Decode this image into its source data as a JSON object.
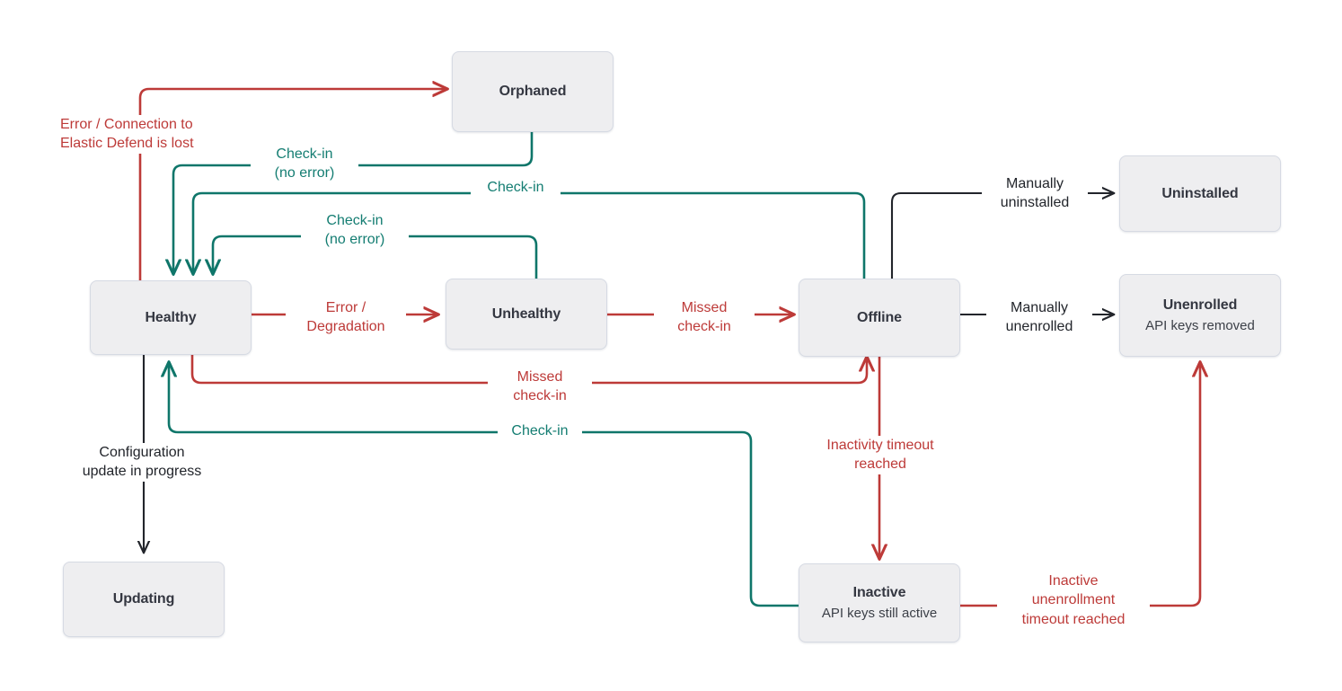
{
  "diagram": {
    "title": "Elastic Agent status state diagram",
    "colors": {
      "red": "#bd3a38",
      "teal": "#0f766a",
      "dark": "#22252b",
      "node_fill": "#eeeef0",
      "node_border": "#d6dae3",
      "node_text": "#343741",
      "background": "#ffffff"
    },
    "nodes": [
      {
        "id": "orphaned",
        "title": "Orphaned",
        "sub": ""
      },
      {
        "id": "healthy",
        "title": "Healthy",
        "sub": ""
      },
      {
        "id": "unhealthy",
        "title": "Unhealthy",
        "sub": ""
      },
      {
        "id": "offline",
        "title": "Offline",
        "sub": ""
      },
      {
        "id": "uninstalled",
        "title": "Uninstalled",
        "sub": ""
      },
      {
        "id": "unenrolled",
        "title": "Unenrolled",
        "sub": "API keys removed"
      },
      {
        "id": "updating",
        "title": "Updating",
        "sub": ""
      },
      {
        "id": "inactive",
        "title": "Inactive",
        "sub": "API keys still active"
      }
    ],
    "edges": [
      {
        "id": "healthy-to-orphaned",
        "label": "Error / Connection to\nElastic Defend is lost",
        "color": "red"
      },
      {
        "id": "orphaned-to-healthy",
        "label": "Check-in\n(no error)",
        "color": "teal"
      },
      {
        "id": "offline-to-healthy",
        "label": "Check-in",
        "color": "teal"
      },
      {
        "id": "unhealthy-to-healthy",
        "label": "Check-in\n(no error)",
        "color": "teal"
      },
      {
        "id": "healthy-to-unhealthy",
        "label": "Error /\nDegradation",
        "color": "red"
      },
      {
        "id": "unhealthy-to-offline",
        "label": "Missed\ncheck-in",
        "color": "red"
      },
      {
        "id": "healthy-to-offline",
        "label": "Missed\ncheck-in",
        "color": "red"
      },
      {
        "id": "inactive-to-healthy",
        "label": "Check-in",
        "color": "teal"
      },
      {
        "id": "offline-to-uninstalled",
        "label": "Manually\nuninstalled",
        "color": "dark"
      },
      {
        "id": "offline-to-unenrolled",
        "label": "Manually\nunenrolled",
        "color": "dark"
      },
      {
        "id": "offline-to-inactive",
        "label": "Inactivity timeout\nreached",
        "color": "red"
      },
      {
        "id": "inactive-to-unenrolled",
        "label": "Inactive\nunenrollment\ntimeout reached",
        "color": "red"
      },
      {
        "id": "healthy-to-updating",
        "label": "Configuration\nupdate in progress",
        "color": "dark"
      }
    ],
    "labels": {
      "error_connection_lost": "Error / Connection to\nElastic Defend is lost",
      "checkin_no_error_top": "Check-in\n(no error)",
      "checkin_offline": "Check-in",
      "checkin_no_error_mid": "Check-in\n(no error)",
      "error_degradation": "Error /\nDegradation",
      "missed_checkin_unhealthy": "Missed\ncheck-in",
      "missed_checkin_healthy": "Missed\ncheck-in",
      "checkin_inactive": "Check-in",
      "manually_uninstalled": "Manually\nuninstalled",
      "manually_unenrolled": "Manually\nunenrolled",
      "inactivity_timeout": "Inactivity timeout\nreached",
      "inactive_unenrollment": "Inactive\nunenrollment\ntimeout reached",
      "configuration_update": "Configuration\nupdate in progress"
    },
    "node_titles": {
      "orphaned": "Orphaned",
      "healthy": "Healthy",
      "unhealthy": "Unhealthy",
      "offline": "Offline",
      "uninstalled": "Uninstalled",
      "unenrolled": "Unenrolled",
      "unenrolled_sub": "API keys removed",
      "updating": "Updating",
      "inactive": "Inactive",
      "inactive_sub": "API keys still active"
    }
  }
}
